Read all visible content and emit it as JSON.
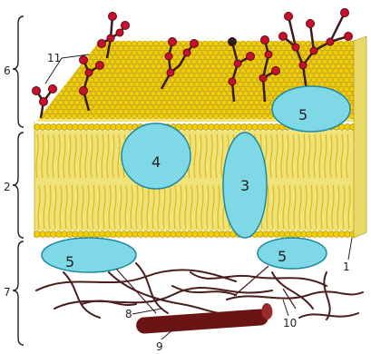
{
  "labels": {
    "l1": "1",
    "l2": "2",
    "l3": "3",
    "l4": "4",
    "l5a": "5",
    "l5b": "5",
    "l5c": "5",
    "l6": "6",
    "l7": "7",
    "l8": "8",
    "l9": "9",
    "l10": "10",
    "l11": "11"
  },
  "colors": {
    "lipid_head": "#f2d000",
    "lipid_head_stroke": "#b58e00",
    "lipid_tail": "#d9b400",
    "band": "#efe27a",
    "protein_fill": "#7fd8e6",
    "protein_stroke": "#1d8aa0",
    "sugar_node": "#c8102e",
    "sugar_chain": "#3a1c1c",
    "filament": "#4a1e1e",
    "microtubule": "#6b1414"
  }
}
